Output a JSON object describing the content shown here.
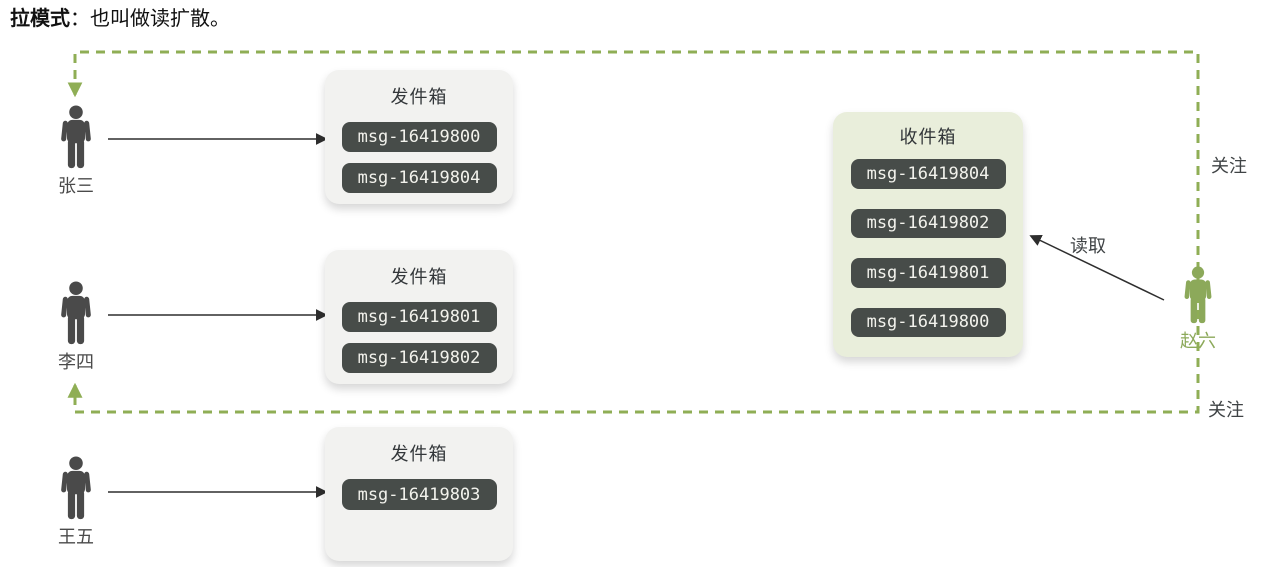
{
  "heading": {
    "term": "拉模式",
    "rest": "：也叫做读扩散。"
  },
  "persons": [
    {
      "name": "张三"
    },
    {
      "name": "李四"
    },
    {
      "name": "王五"
    },
    {
      "name": "赵六"
    }
  ],
  "outboxes": [
    {
      "title": "发件箱",
      "messages": [
        "msg-16419800",
        "msg-16419804"
      ]
    },
    {
      "title": "发件箱",
      "messages": [
        "msg-16419801",
        "msg-16419802"
      ]
    },
    {
      "title": "发件箱",
      "messages": [
        "msg-16419803"
      ]
    }
  ],
  "inbox": {
    "title": "收件箱",
    "messages": [
      "msg-16419804",
      "msg-16419802",
      "msg-16419801",
      "msg-16419800"
    ]
  },
  "edges": {
    "follow_top": "关注",
    "follow_bottom": "关注",
    "read": "读取"
  },
  "colors": {
    "accent_green": "#8FAE55",
    "person_green": "#8CA95A",
    "person_gray": "#4A4A4A",
    "chip_bg": "#474C49",
    "chip_text": "#F2F2EC",
    "outbox_bg": "#F2F2F0",
    "inbox_bg": "#E9EEDB",
    "label_gray": "#3F4345"
  }
}
